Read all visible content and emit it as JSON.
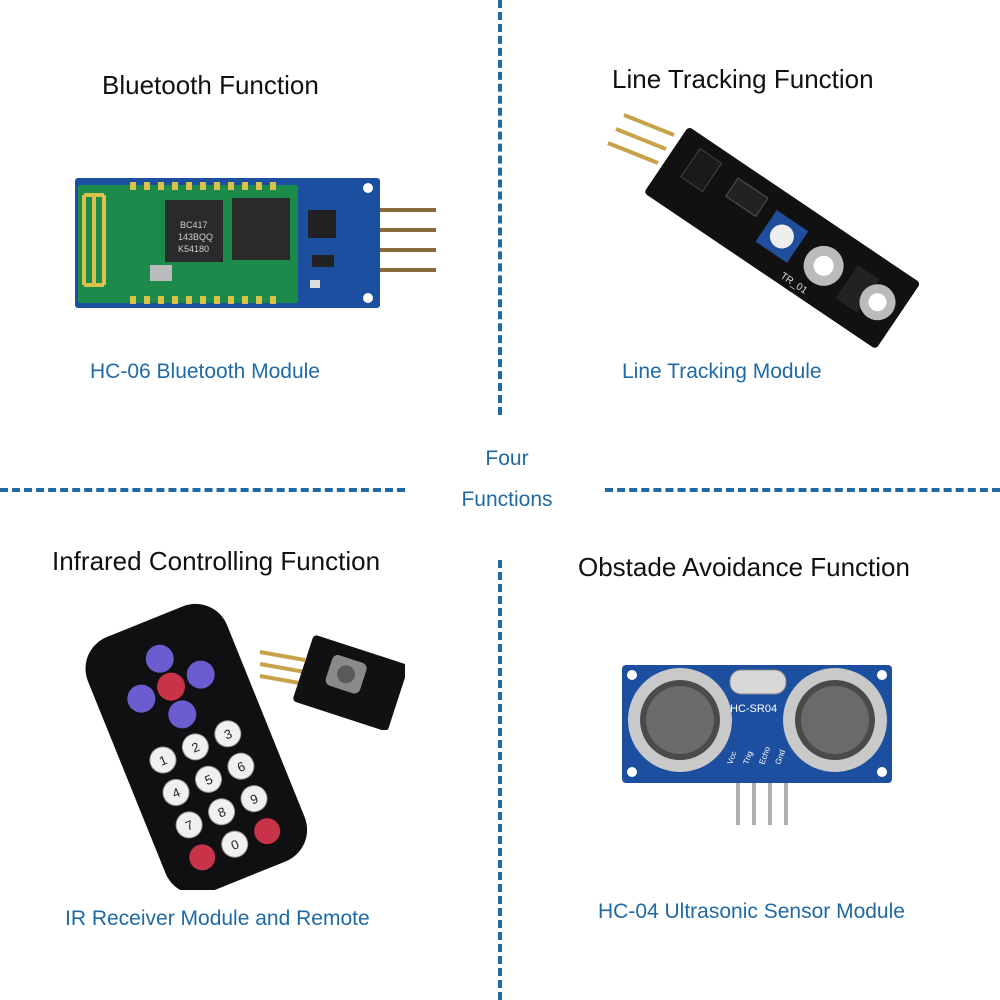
{
  "center": {
    "line1": "Four",
    "line2": "Functions"
  },
  "sections": {
    "bluetooth": {
      "title": "Bluetooth Function",
      "caption": "HC-06 Bluetooth Module",
      "chip1": "BC417",
      "chip1b": "143BQQ",
      "chip1c": "K54180"
    },
    "line_tracking": {
      "title": "Line Tracking Function",
      "caption": "Line Tracking Module",
      "pcb_label": "TR_01"
    },
    "infrared": {
      "title": "Infrared Controlling Function",
      "caption": "IR Receiver Module and Remote",
      "keys": [
        "1",
        "2",
        "3",
        "4",
        "5",
        "6",
        "7",
        "8",
        "9",
        "0"
      ]
    },
    "obstacle": {
      "title": "Obstade Avoidance Function",
      "caption": "HC-04 Ultrasonic Sensor Module",
      "board_label": "HC-SR04",
      "pins": [
        "Vcc",
        "Trig",
        "Echo",
        "Gnd"
      ]
    }
  },
  "colors": {
    "accent": "#1f6aa5",
    "pcb_blue": "#1c4fa0",
    "pcb_green": "#1c8a4a"
  }
}
